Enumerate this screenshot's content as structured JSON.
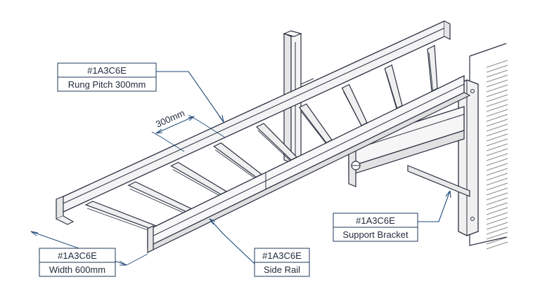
{
  "colors": {
    "line": "#2a3140",
    "leader": "#1f4a78",
    "box_border": "#1f3a5a",
    "fill_light": "#f2f2f2",
    "fill_mid": "#e2e2e2",
    "wall_hatch": "#8a8a8a"
  },
  "callouts": {
    "rung_pitch": {
      "code": "#1A3C6E",
      "label": "Rung Pitch 300mm"
    },
    "width": {
      "code": "#1A3C6E",
      "label": "Width 600mm"
    },
    "side_rail": {
      "code": "#1A3C6E",
      "label": "Side Rail"
    },
    "support_bracket": {
      "code": "#1A3C6E",
      "label": "Support Bracket"
    }
  },
  "dimensions": {
    "pitch": "300mm"
  }
}
